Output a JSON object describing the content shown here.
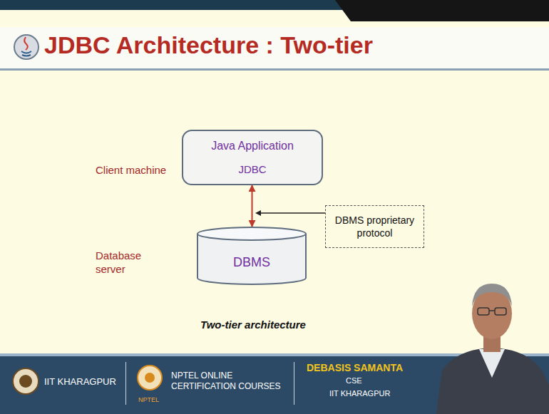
{
  "diagram": {
    "title": "JDBC Architecture : Two-tier",
    "caption": "Two-tier architecture",
    "nodes": [
      {
        "text": [
          "Java Application",
          "JDBC"
        ]
      },
      {
        "text": [
          "DBMS proprietary protocol"
        ]
      },
      {
        "text": [
          "DBMS"
        ]
      }
    ],
    "edges": [
      {
        "from": 0,
        "to": 2,
        "arrow": "both"
      }
    ],
    "labels": [
      "Client machine",
      "Database server",
      "IIT KHARAGPUR",
      "NPTEL ONLINE CERTIFICATION COURSES",
      "NPTEL",
      "DEBASIS SAMANTA",
      "CSE",
      "IIT KHARAGPUR"
    ]
  }
}
